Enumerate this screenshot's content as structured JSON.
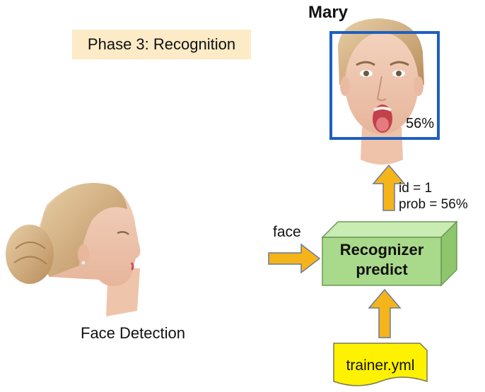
{
  "phase": {
    "label": "Phase 3: Recognition"
  },
  "recognized": {
    "name": "Mary",
    "confidence": "56%"
  },
  "prediction": {
    "id_line": "id = 1",
    "prob_line": "prob = 56%"
  },
  "input": {
    "label": "face"
  },
  "recognizer": {
    "line1": "Recognizer",
    "line2": "predict"
  },
  "model_file": {
    "label": "trainer.yml"
  },
  "detection": {
    "label": "Face Detection"
  },
  "colors": {
    "phase_bg": "#fcebc6",
    "bbox": "#1f5fbf",
    "arrow": "#f5b41a",
    "box_front": "#a9d98a",
    "box_top": "#c9ecb3",
    "box_side": "#8fc66d",
    "file_bg": "#fff200"
  }
}
